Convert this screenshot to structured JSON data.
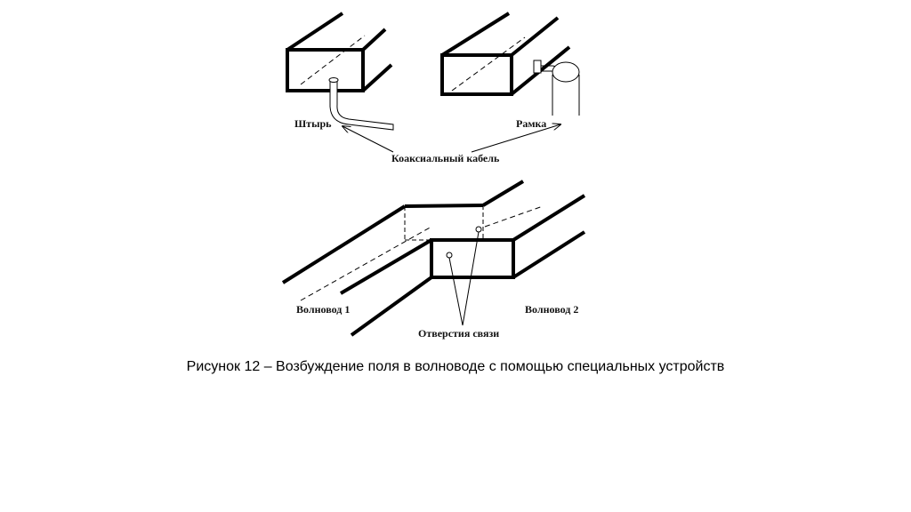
{
  "labels": {
    "pin": "Штырь",
    "loop": "Рамка",
    "coax_cable": "Коаксиальный кабель",
    "waveguide_1": "Волновод 1",
    "waveguide_2": "Волновод 2",
    "coupling_holes": "Отверстия связи"
  },
  "caption": "Рисунок 12 – Возбуждение поля в волноводе с помощью специальных устройств",
  "colors": {
    "line": "#000000",
    "text": "#000000"
  }
}
